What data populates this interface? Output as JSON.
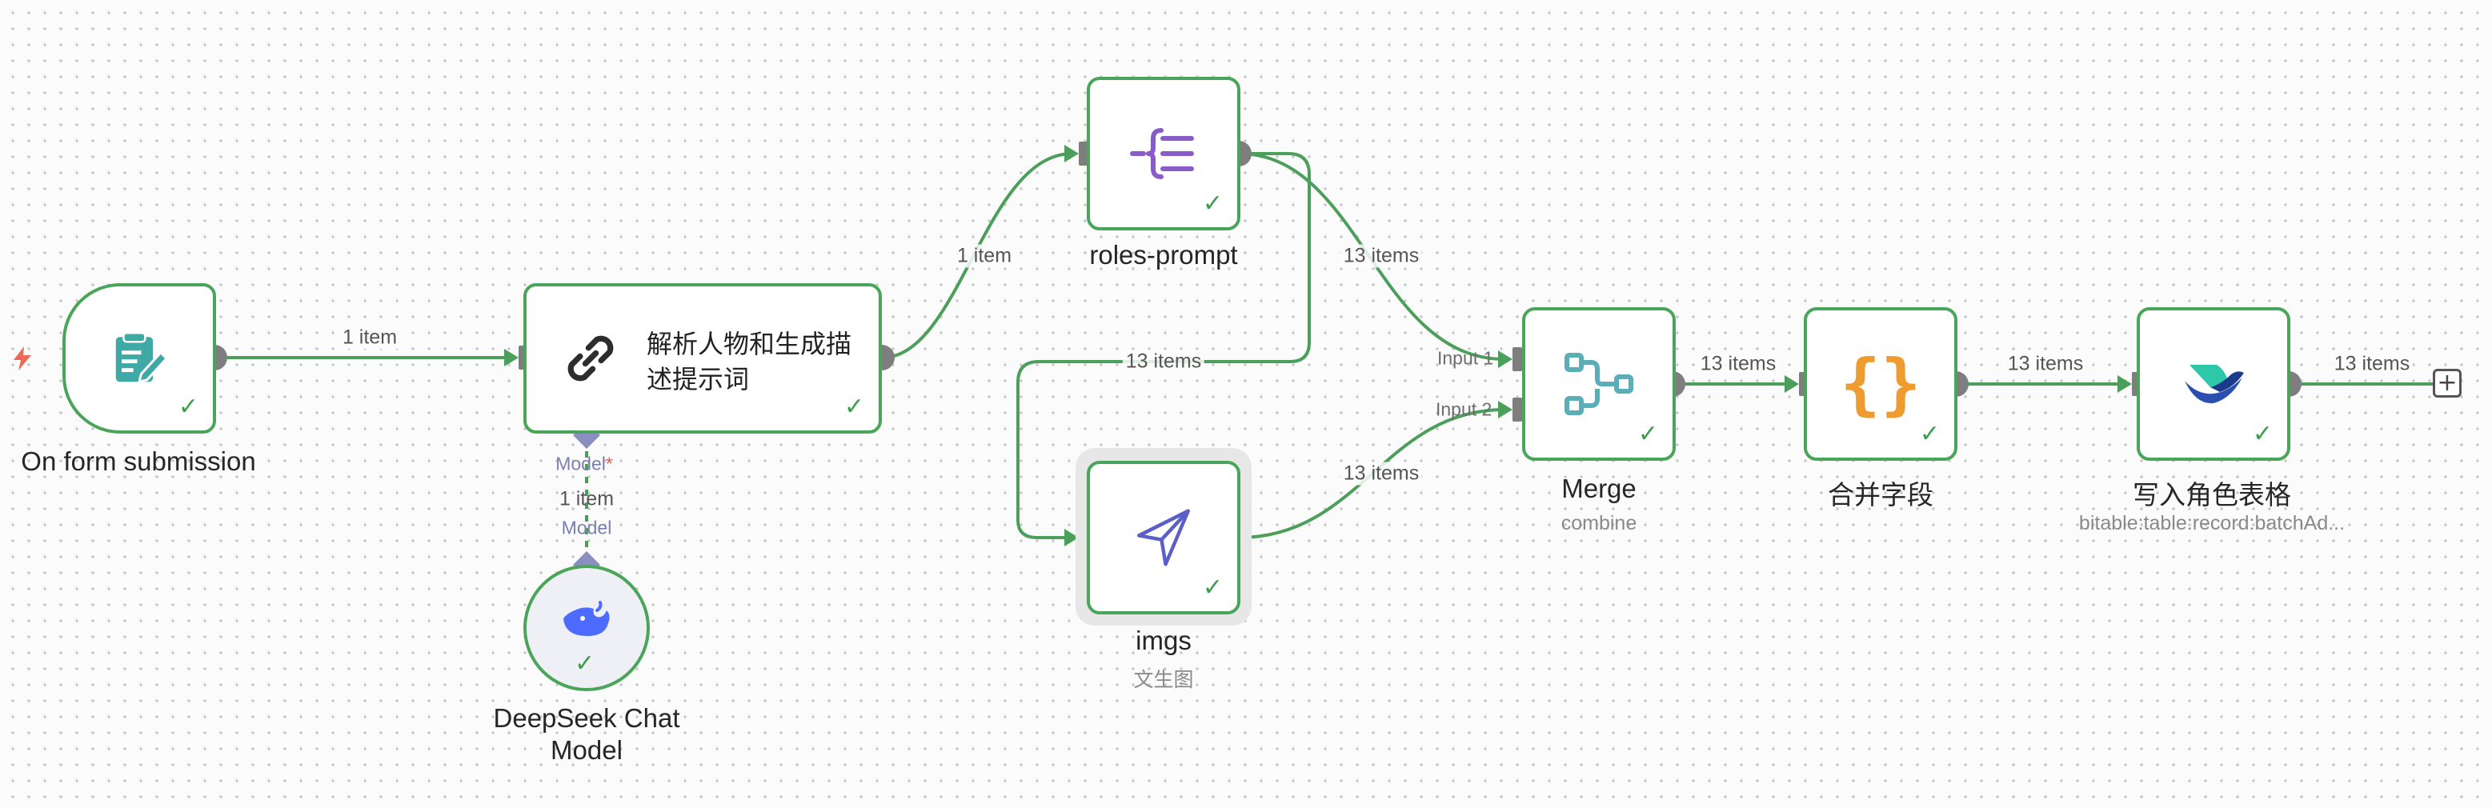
{
  "nodes": {
    "form_trigger": {
      "label": "On form submission",
      "icon": "form-icon"
    },
    "parse_node": {
      "label_line1": "解析人物和生成描",
      "label_line2": "述提示词",
      "icon": "link-icon"
    },
    "roles_prompt": {
      "label": "roles-prompt",
      "icon": "split-out-icon"
    },
    "imgs": {
      "label": "imgs",
      "subtitle": "文生图",
      "icon": "send-icon"
    },
    "merge": {
      "label": "Merge",
      "subtitle": "combine",
      "icon": "merge-icon"
    },
    "combine_fields": {
      "label": "合并字段",
      "icon": "braces-icon"
    },
    "write_table": {
      "label": "写入角色表格",
      "subtitle": "bitable:table:record:batchAd...",
      "icon": "lark-icon"
    },
    "deepseek": {
      "label_line1": "DeepSeek Chat",
      "label_line2": "Model",
      "icon": "whale-icon"
    }
  },
  "edges": {
    "trigger_to_parse": "1 item",
    "parse_to_roles": "1 item",
    "roles_to_merge": "13 items",
    "roles_to_imgs": "13 items",
    "imgs_to_merge": "13 items",
    "merge_to_combine": "13 items",
    "combine_to_write": "13 items",
    "write_out": "13 items",
    "model_edge": "1 item"
  },
  "ports": {
    "merge_input1": "Input 1",
    "merge_input2": "Input 2",
    "model_required": "Model",
    "model_required_star": "*",
    "model_out": "Model"
  },
  "colors": {
    "success": "#4aa55a",
    "connection": "#4c9f5a",
    "handle": "#7e7e7e",
    "sub_port": "#8a8fbf",
    "trigger_bolt": "#ec6a58"
  },
  "check_glyph": "✓",
  "add_glyph": "+"
}
